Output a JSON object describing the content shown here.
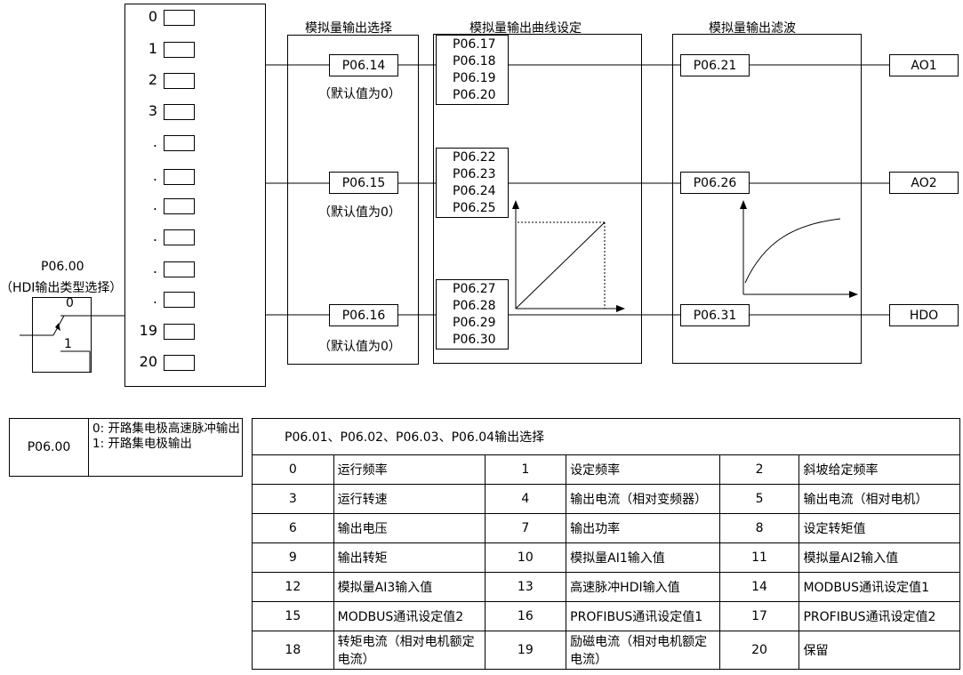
{
  "selector": {
    "items": [
      "0",
      "1",
      "2",
      "3",
      ".",
      ".",
      ".",
      ".",
      ".",
      ".",
      "19",
      "20"
    ]
  },
  "hdi": {
    "param": "P06.00",
    "label": "（HDI输出类型选择）",
    "pos0": "0",
    "pos1": "1"
  },
  "titles": {
    "select": "模拟量输出选择",
    "curve": "模拟量输出曲线设定",
    "filter": "模拟量输出滤波"
  },
  "select_params": [
    "P06.14",
    "P06.15",
    "P06.16"
  ],
  "default_note": "（默认值为0）",
  "curve_groups": [
    [
      "P06.17",
      "P06.18",
      "P06.19",
      "P06.20"
    ],
    [
      "P06.22",
      "P06.23",
      "P06.24",
      "P06.25"
    ],
    [
      "P06.27",
      "P06.28",
      "P06.29",
      "P06.30"
    ]
  ],
  "filter_params": [
    "P06.21",
    "P06.26",
    "P06.31"
  ],
  "outputs": [
    "AO1",
    "AO2",
    "HDO"
  ],
  "info": {
    "key": "P06.00",
    "value": "0: 开路集电极高速脉冲输出\n1: 开路集电极输出"
  },
  "table": {
    "header": "P06.01、P06.02、P06.03、P06.04输出选择",
    "rows": [
      [
        "0",
        "运行频率",
        "1",
        "设定频率",
        "2",
        "斜坡给定频率"
      ],
      [
        "3",
        "运行转速",
        "4",
        "输出电流（相对变频器）",
        "5",
        "输出电流（相对电机）"
      ],
      [
        "6",
        "输出电压",
        "7",
        "输出功率",
        "8",
        "设定转矩值"
      ],
      [
        "9",
        "输出转矩",
        "10",
        "模拟量AI1输入值",
        "11",
        "模拟量AI2输入值"
      ],
      [
        "12",
        "模拟量AI3输入值",
        "13",
        "高速脉冲HDI输入值",
        "14",
        "MODBUS通讯设定值1"
      ],
      [
        "15",
        "MODBUS通讯设定值2",
        "16",
        "PROFIBUS通讯设定值1",
        "17",
        "PROFIBUS通讯设定值2"
      ],
      [
        "18",
        "转矩电流（相对电机额定电流）",
        "19",
        "励磁电流（相对电机额定电流）",
        "20",
        "保留"
      ]
    ]
  }
}
